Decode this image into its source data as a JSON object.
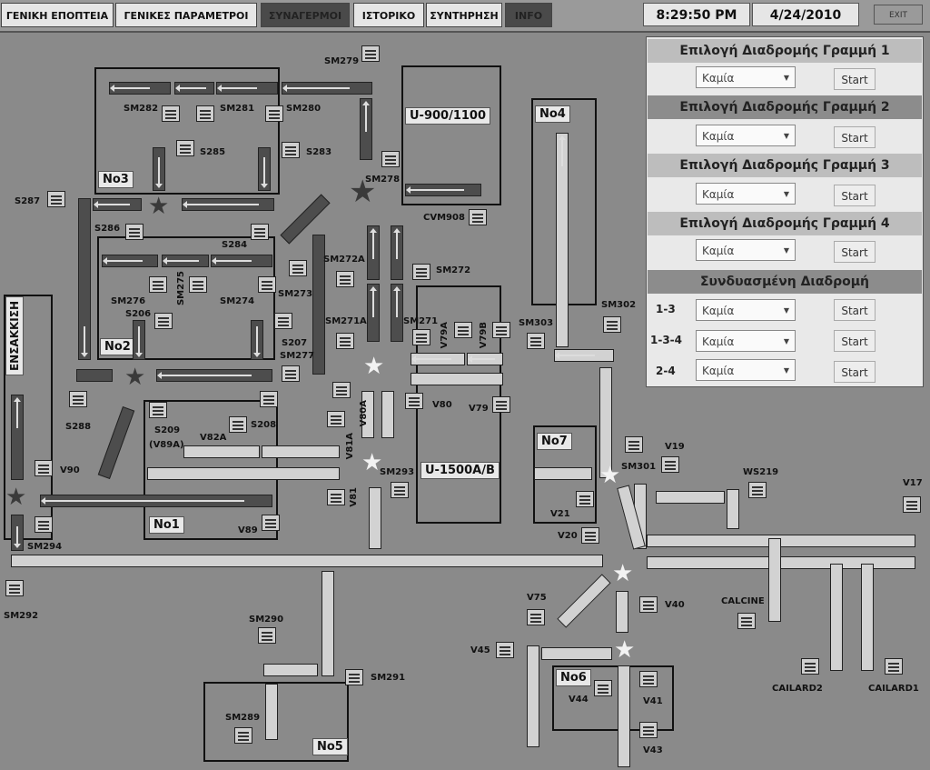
{
  "tabs": [
    "ΓΕΝΙΚΗ ΕΠΟΠΤΕΙΑ",
    "ΓΕΝΙΚΕΣ ΠΑΡΑΜΕΤΡΟΙ",
    "ΣΥΝΑΓΕΡΜΟΙ",
    "ΙΣΤΟΡΙΚΟ",
    "ΣΥΝΤΗΡΗΣΗ",
    "INFO"
  ],
  "time": "8:29:50 PM",
  "date": "4/24/2010",
  "exit": "EXIT",
  "areas": {
    "no1": "No1",
    "no2": "No2",
    "no3": "No3",
    "no4": "No4",
    "no5": "No5",
    "no6": "No6",
    "no7": "No7",
    "u900": "U-900/1100",
    "u1500": "U-1500A/B",
    "ensakkisi": "ΕΝΣΑΚΚΙΣΗ"
  },
  "labels": {
    "sm279": "SM279",
    "sm282": "SM282",
    "sm281": "SM281",
    "sm280": "SM280",
    "s285": "S285",
    "s283": "S283",
    "sm278": "SM278",
    "cvm908": "CVM908",
    "s287": "S287",
    "s286": "S286",
    "s284": "S284",
    "sm272a": "SM272A",
    "sm272": "SM272",
    "sm276": "SM276",
    "sm275": "SM275",
    "sm274": "SM274",
    "sm273": "SM273",
    "s206": "S206",
    "sm271a": "SM271A",
    "sm271": "SM271",
    "v79a": "V79A",
    "v79b": "V79B",
    "sm303": "SM303",
    "sm302": "SM302",
    "s207": "S207",
    "sm277": "SM277",
    "s288": "S288",
    "s209": "S209",
    "v89a": "(V89A)",
    "v82a": "V82A",
    "s208": "S208",
    "v81a": "V81A",
    "v80a": "V80A",
    "v80": "V80",
    "v79": "V79",
    "v90": "V90",
    "sm293": "SM293",
    "v81": "V81",
    "sm301": "SM301",
    "v19": "V19",
    "ws219": "WS219",
    "v17": "V17",
    "v21": "V21",
    "v20": "V20",
    "v89": "V89",
    "sm294": "SM294",
    "sm292": "SM292",
    "v75": "V75",
    "v40": "V40",
    "calcine": "CALCINE",
    "sm290": "SM290",
    "sm291": "SM291",
    "v45": "V45",
    "sm289": "SM289",
    "v44": "V44",
    "v41": "V41",
    "v43": "V43",
    "cailard2": "CAILARD2",
    "cailard1": "CAILARD1"
  },
  "panel": {
    "headers": [
      "Επιλογή Διαδρομής Γραμμή 1",
      "Επιλογή Διαδρομής Γραμμή 2",
      "Επιλογή Διαδρομής Γραμμή 3",
      "Επιλογή Διαδρομής Γραμμή 4",
      "Συνδυασμένη Διαδρομή"
    ],
    "select_value": "Καμία",
    "start_label": "Start",
    "combined_rows": [
      "1-3",
      "1-3-4",
      "2-4"
    ]
  }
}
